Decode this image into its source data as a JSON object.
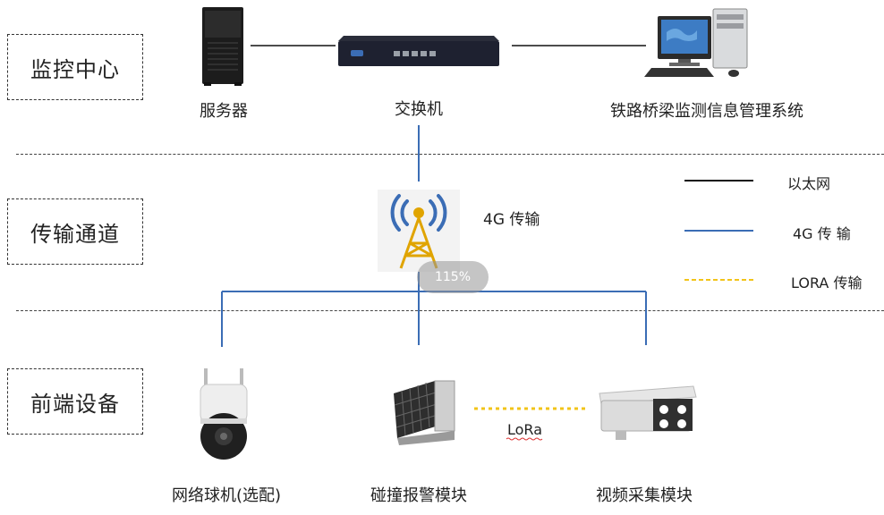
{
  "zones": {
    "monitoring_center": "监控中心",
    "transmission_channel": "传输通道",
    "frontend_devices": "前端设备"
  },
  "devices": {
    "server": "服务器",
    "switch": "交换机",
    "system": "铁路桥梁监测信息管理系统",
    "tower": "4G 传输",
    "dome_camera": "网络球机(选配)",
    "collision_module": "碰撞报警模块",
    "video_module": "视频采集模块",
    "lora_link": "LoRa"
  },
  "legend": {
    "ethernet": "以太网",
    "g4": "4G  传  输",
    "lora": "LORA 传输"
  },
  "overlay": {
    "zoom": "115%"
  },
  "colors": {
    "ethernet": "#111111",
    "g4": "#3b6db5",
    "lora": "#f2c419"
  }
}
